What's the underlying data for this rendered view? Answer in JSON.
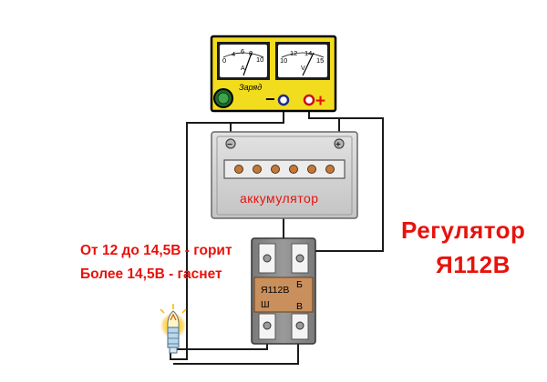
{
  "charger": {
    "label": "Заряд",
    "ammeter": {
      "ticks": [
        "0",
        "4",
        "6",
        "8",
        "10"
      ],
      "unit": "A"
    },
    "voltmeter": {
      "ticks": [
        "10",
        "12",
        "14",
        "15"
      ],
      "unit": "V"
    },
    "minus_sign": "−",
    "plus_sign": "+"
  },
  "battery": {
    "label": "аккумулятор",
    "terminal_minus": "−",
    "terminal_plus": "+"
  },
  "regulator": {
    "model": "Я112В",
    "terminal_w": "Ш",
    "terminal_b": "Б",
    "terminal_v": "В",
    "title_line1": "Регулятор",
    "title_line2": "Я112В"
  },
  "note": {
    "line1": "От 12 до 14,5В - горит",
    "line2": "Более 14,5В - гаснет"
  },
  "colors": {
    "charger_body": "#f2dc1e",
    "battery_body": "#d6d6d6",
    "regulator_body": "#8d8d8d",
    "label_red": "#e8120c",
    "wire": "#1a1a1a"
  }
}
